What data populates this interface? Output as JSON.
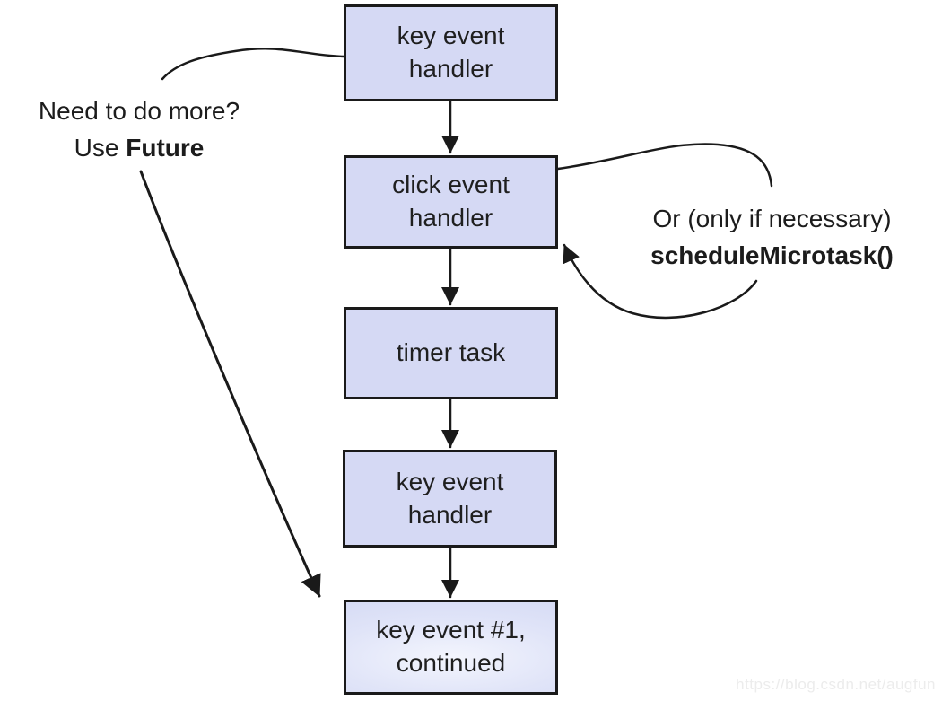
{
  "diagram": {
    "title_hint": "event loop flowchart",
    "boxes": [
      {
        "line1": "key event",
        "line2": "handler"
      },
      {
        "line1": "click event",
        "line2": "handler"
      },
      {
        "line1": "timer task",
        "line2": ""
      },
      {
        "line1": "key event",
        "line2": "handler"
      },
      {
        "line1": "key event #1,",
        "line2": "continued"
      }
    ],
    "annotations": {
      "left": {
        "line1": "Need to do more?",
        "line2_regular": "Use ",
        "line2_bold": "Future"
      },
      "right": {
        "line1": "Or (only if necessary)",
        "line2_bold": "scheduleMicrotask()"
      }
    },
    "watermark": "https://blog.csdn.net/augfun",
    "colors": {
      "box_fill": "#d5d9f4",
      "box_border": "#1a1a1a",
      "arrow": "#1a1a1a",
      "text": "#1c1c1c",
      "watermark": "#ececec",
      "background": "#ffffff"
    }
  }
}
